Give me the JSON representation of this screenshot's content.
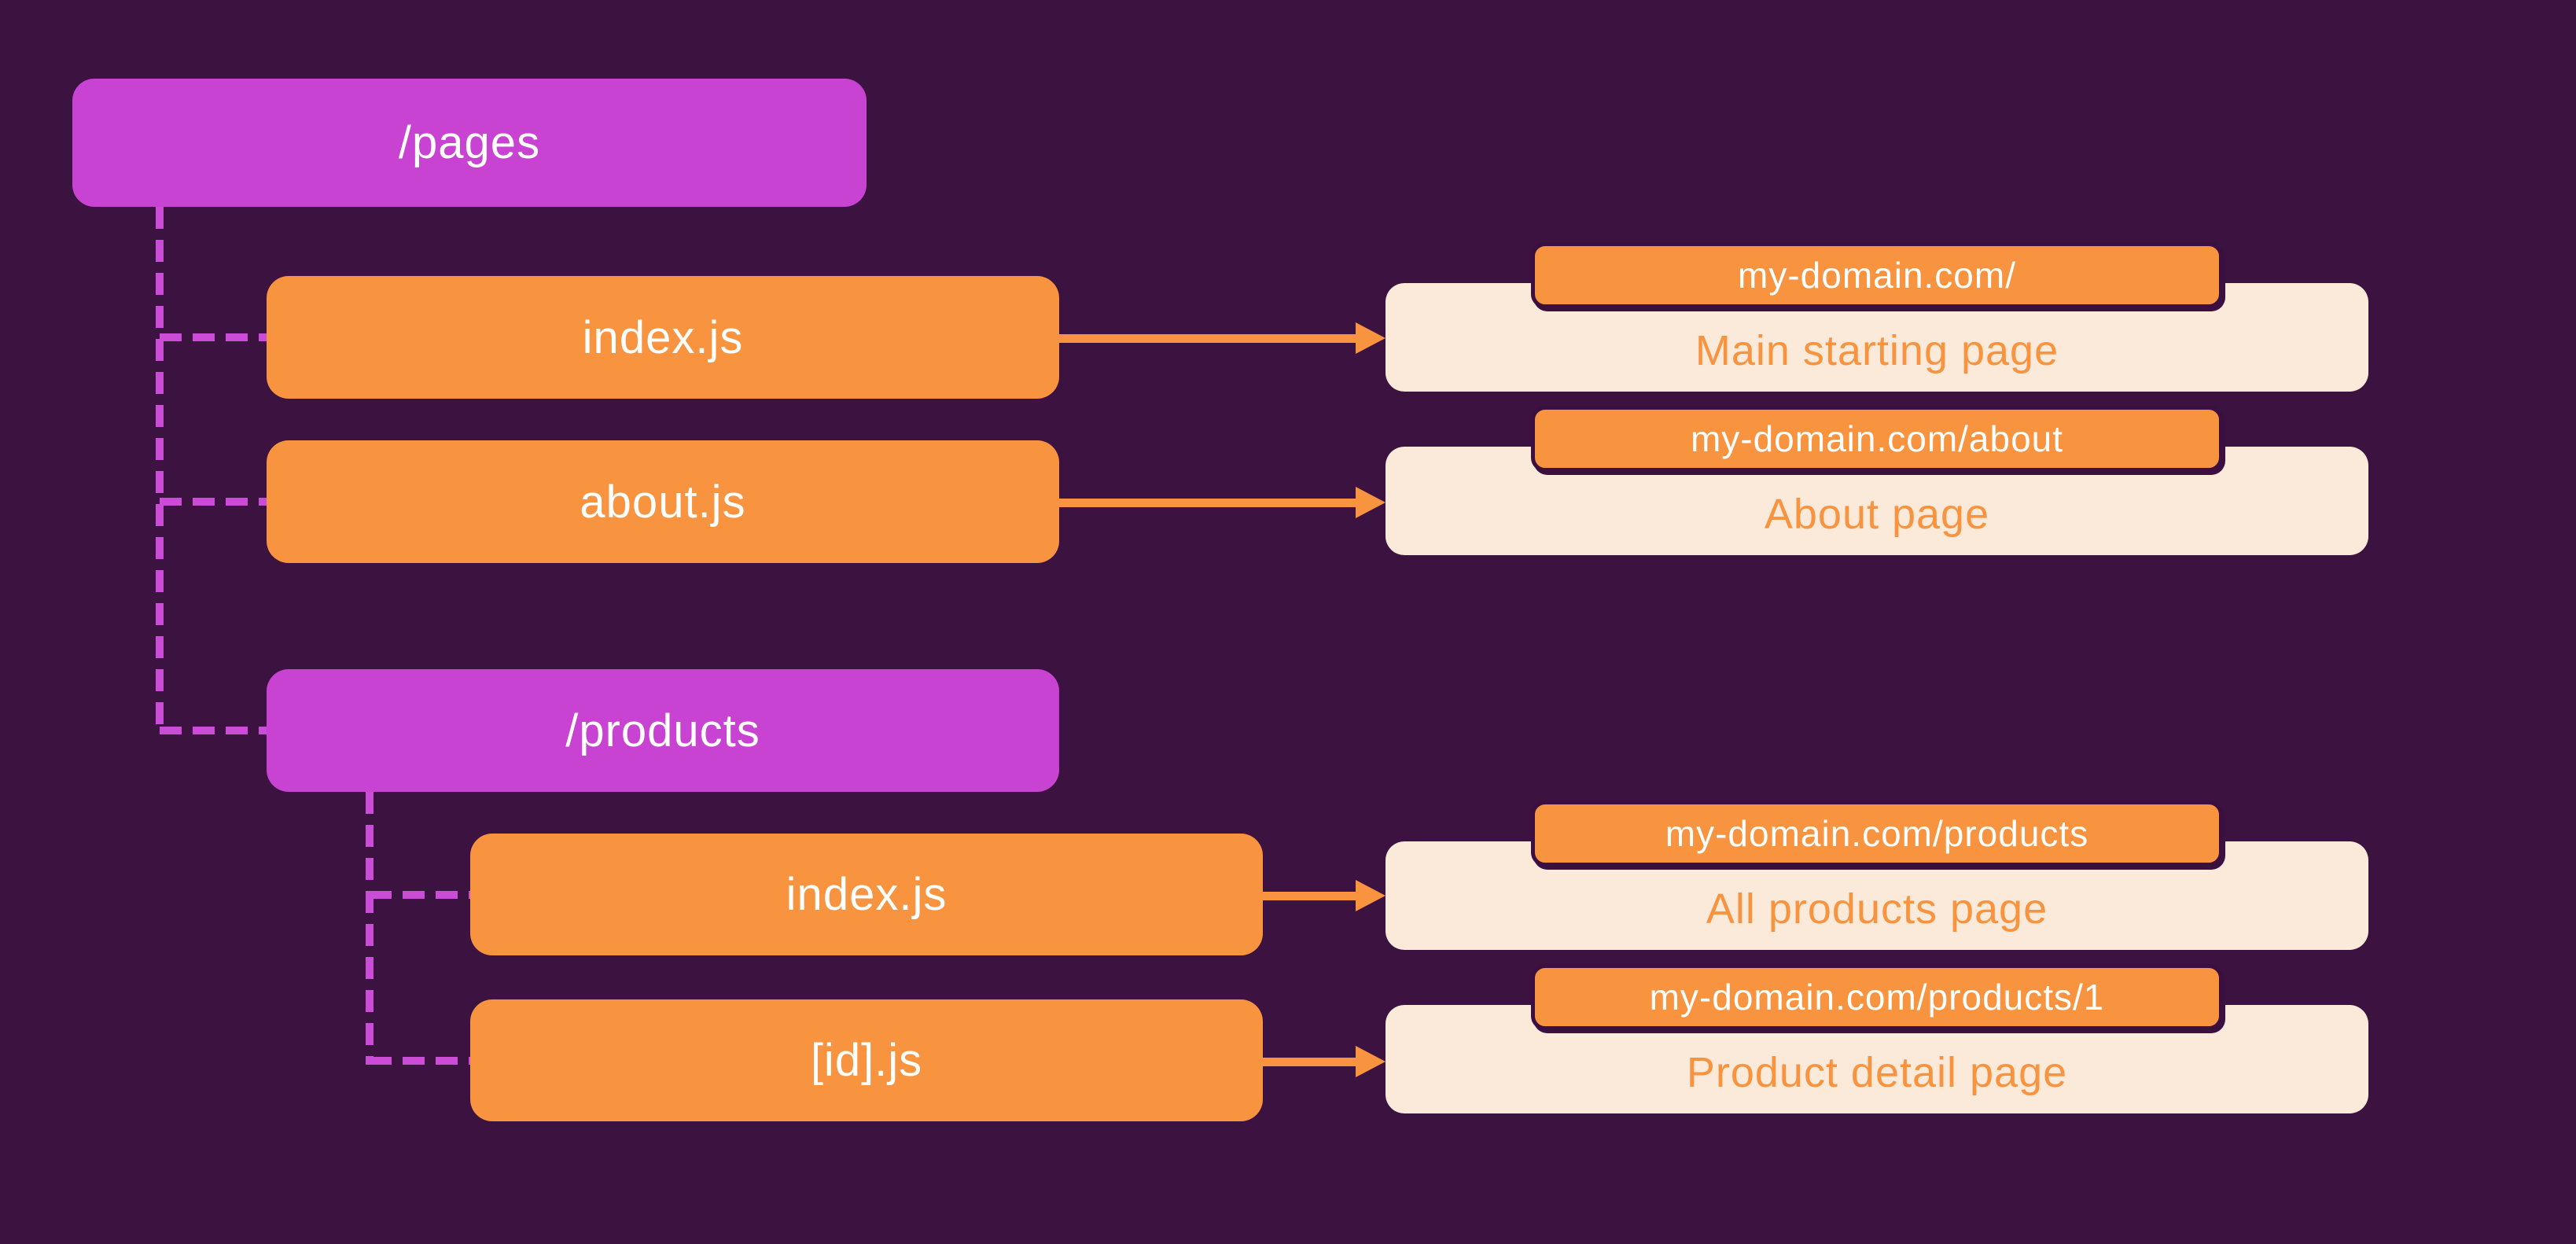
{
  "palette": {
    "background": "#3c1240",
    "folder_box": "#c943d2",
    "file_box": "#f8943f",
    "result_card_bg": "#fbe9da",
    "result_text": "#f8943f",
    "connector_dash": "#cb4cd6",
    "arrow": "#f8943f",
    "badge_border": "#3b0f3f",
    "node_text": "#ffffff",
    "badge_text": "#ffffff"
  },
  "tree": {
    "root": {
      "label": "/pages",
      "type": "folder"
    },
    "children": [
      {
        "label": "index.js",
        "type": "file"
      },
      {
        "label": "about.js",
        "type": "file"
      },
      {
        "label": "/products",
        "type": "folder",
        "children": [
          {
            "label": "index.js",
            "type": "file"
          },
          {
            "label": "[id].js",
            "type": "file"
          }
        ]
      }
    ]
  },
  "routes": [
    {
      "url": "my-domain.com/",
      "page": "Main starting page"
    },
    {
      "url": "my-domain.com/about",
      "page": "About page"
    },
    {
      "url": "my-domain.com/products",
      "page": "All products page"
    },
    {
      "url": "my-domain.com/products/1",
      "page": "Product detail page"
    }
  ]
}
